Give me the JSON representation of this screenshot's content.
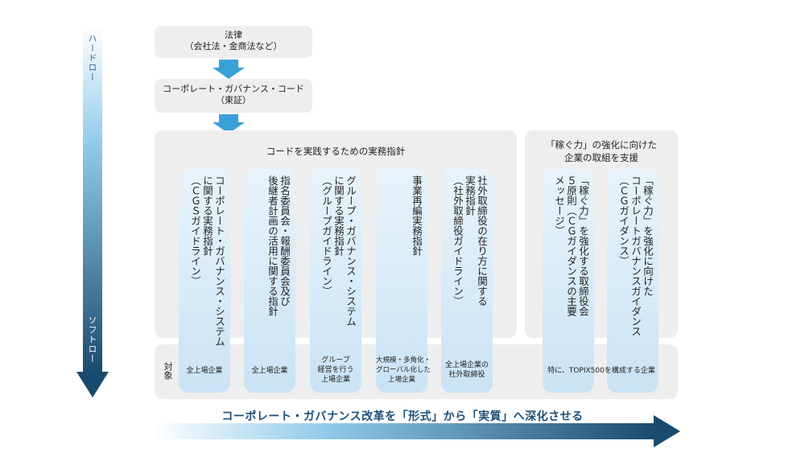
{
  "left_axis": {
    "top_label": "ハードロー",
    "bottom_label": "ソフトロー"
  },
  "top_boxes": [
    {
      "line1": "法律",
      "line2": "（会社法・金商法など）"
    },
    {
      "line1": "コーポレート・ガバナンス・コード",
      "line2": "（東証）"
    }
  ],
  "main_panel": {
    "title": "コードを実践するための実務指針",
    "columns": [
      {
        "text": "コーポレート・ガバナンス・システム\nに関する実務指針\n（ＣＧＳガイドライン）",
        "target": "全上場企業"
      },
      {
        "text": "指名委員会・報酬委員会及び\n後継者計画の活用に関する指針",
        "target": "全上場企業"
      },
      {
        "text": "グループ・ガバナンス・システム\nに関する実務指針\n（グループガイドライン）",
        "target": "グループ\n経営を行う\n上場企業"
      },
      {
        "text": "事業再編実務指針",
        "target": "大規模・多角化・\nグローバル化した\n上場企業"
      },
      {
        "text": "社外取締役の在り方に関する\n実務指針\n（社外取締役ガイドライン）",
        "target": "全上場企業の\n社外取締役"
      }
    ]
  },
  "side_panel": {
    "title_line1": "「稼ぐ力」の強化に向けた",
    "title_line2": "企業の取組を支援",
    "columns": [
      {
        "text": "「稼ぐ力」を強化する取締役会\n５原則（ＣＧガイダンスの主要\nメッセージ）"
      },
      {
        "text": "「稼ぐ力」を強化に向けた\nコーポレートガバナンスガイダンス\n（ＣＧガイダンス）"
      }
    ],
    "target": "特に、TOPIX500を構成する企業"
  },
  "target_row_label": "対象",
  "bottom_arrow_label": "コーポレート・ガバナンス改革を「形式」から「実質」へ深化させる",
  "colors": {
    "arrow_dark": "#1a4a6e",
    "column_fill": "#d3e9f8",
    "panel_fill": "#eeeeee",
    "accent_text": "#1c4f78"
  }
}
